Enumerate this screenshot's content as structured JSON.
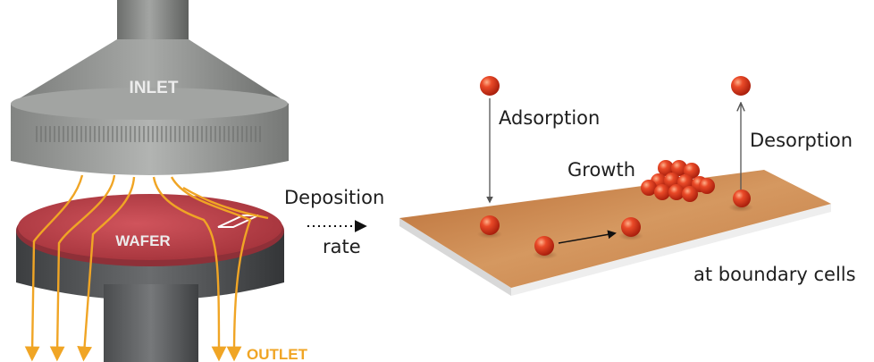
{
  "reactor": {
    "inlet_label": "INLET",
    "wafer_label": "WAFER",
    "outlet_label": "OUTLET"
  },
  "link": {
    "deposition_label": "Deposition",
    "rate_label": "rate"
  },
  "surface": {
    "adsorption_label": "Adsorption",
    "desorption_label": "Desorption",
    "growth_label": "Growth",
    "boundary_label": "at boundary cells"
  },
  "colors": {
    "reactor_gray": "#8f918f",
    "wafer_red": "#b8424a",
    "flow_orange": "#f0a525",
    "substrate_orange": "#c97c45",
    "particle_red": "#d9321a"
  }
}
